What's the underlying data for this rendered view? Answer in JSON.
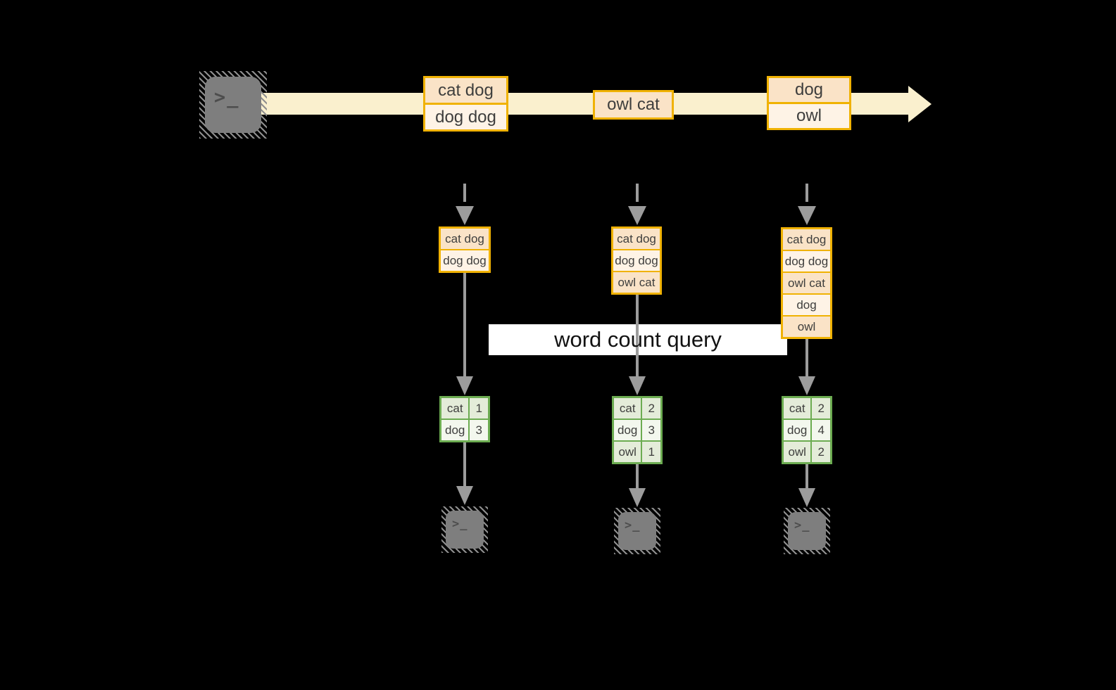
{
  "palette": {
    "background": "#000000",
    "stream_band": "#FAF0CE",
    "box_border": "#F0B203",
    "cell_peach": "#FAE3C7",
    "cell_cream": "#FEF3E6",
    "table_border": "#6CAC51",
    "row_sage": "#E4ECD9",
    "row_light": "#F3F7EE",
    "arrow_gray": "#9C9C9C",
    "label_background": "#FFFFFF",
    "text": "#3E3E3D"
  },
  "terminals": {
    "source": {
      "glyph": ">_"
    },
    "sinks": [
      {
        "glyph": ">_"
      },
      {
        "glyph": ">_"
      },
      {
        "glyph": ">_"
      }
    ]
  },
  "stream": {
    "boxes": [
      {
        "cells": [
          "cat dog",
          "dog dog"
        ]
      },
      {
        "cells": [
          "owl cat"
        ]
      },
      {
        "cells": [
          "dog",
          "owl"
        ]
      }
    ]
  },
  "stacks": [
    {
      "cells": [
        "cat dog",
        "dog dog"
      ]
    },
    {
      "cells": [
        "cat dog",
        "dog dog",
        "owl cat"
      ]
    },
    {
      "cells": [
        "cat dog",
        "dog dog",
        "owl cat",
        "dog",
        "owl"
      ]
    }
  ],
  "query_label": "word count query",
  "count_tables": [
    {
      "rows": [
        {
          "word": "cat",
          "count": "1"
        },
        {
          "word": "dog",
          "count": "3"
        }
      ]
    },
    {
      "rows": [
        {
          "word": "cat",
          "count": "2"
        },
        {
          "word": "dog",
          "count": "3"
        },
        {
          "word": "owl",
          "count": "1"
        }
      ]
    },
    {
      "rows": [
        {
          "word": "cat",
          "count": "2"
        },
        {
          "word": "dog",
          "count": "4"
        },
        {
          "word": "owl",
          "count": "2"
        }
      ]
    }
  ]
}
